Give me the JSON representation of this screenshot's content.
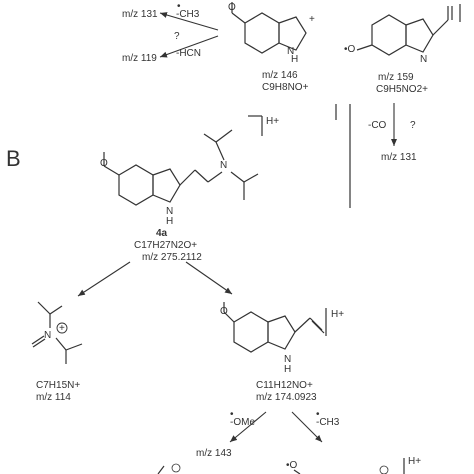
{
  "top": {
    "frag_131": "m/z 131",
    "loss_ch3": "-CH3",
    "question": "?",
    "loss_hcn": "-HCN",
    "frag_119": "m/z 119",
    "frag_146_mz": "m/z 146",
    "frag_146_formula": "C9H8NO+",
    "frag_159_mz": "m/z 159",
    "frag_159_formula": "C9H5NO2+",
    "loss_co": "-CO",
    "question2": "?",
    "frag_131b": "m/z 131",
    "nh": "H"
  },
  "panel_b": {
    "label": "B",
    "compound_id": "4a",
    "formula": "C17H27N2O+",
    "mz": "m/z 275.2112",
    "nh": "H",
    "charge": "H+"
  },
  "left_fragment": {
    "formula": "C7H15N+",
    "mz": "m/z 114",
    "atom": "N",
    "charge": "+"
  },
  "right_fragment": {
    "formula": "C11H12NO+",
    "mz": "m/z 174.0923",
    "nh": "H",
    "charge": "H+"
  },
  "bottom": {
    "loss_ome": "-OMe",
    "loss_ch3": "-CH3",
    "frag_143": "m/z 143",
    "charge": "H+"
  }
}
